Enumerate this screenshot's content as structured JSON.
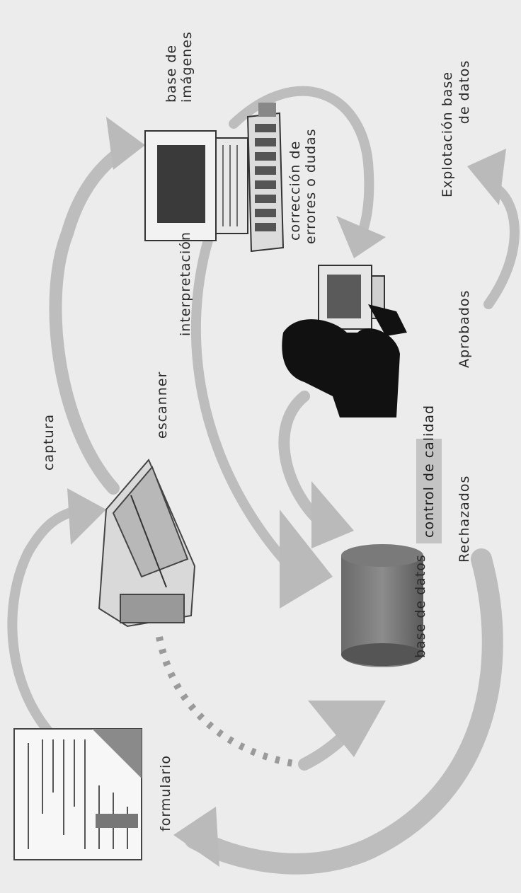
{
  "diagram": {
    "labels": {
      "formulario": "formulario",
      "captura": "captura",
      "escanner": "escanner",
      "interpretacion": "interpretación",
      "base_imagenes_1": "base de",
      "base_imagenes_2": "imágenes",
      "correccion_1": "corrección de",
      "correccion_2": "errores o dudas",
      "explotacion_1": "Explotación base",
      "explotacion_2": "de datos",
      "base_de_datos": "base de datos",
      "control_calidad": "control de calidad",
      "rechazados": "Rechazados",
      "aprobados": "Aprobados"
    },
    "colors": {
      "background": "#ececec",
      "arrow": "#bcbcbc",
      "badge": "#c4c4c4",
      "text": "#2a2a2a"
    }
  }
}
